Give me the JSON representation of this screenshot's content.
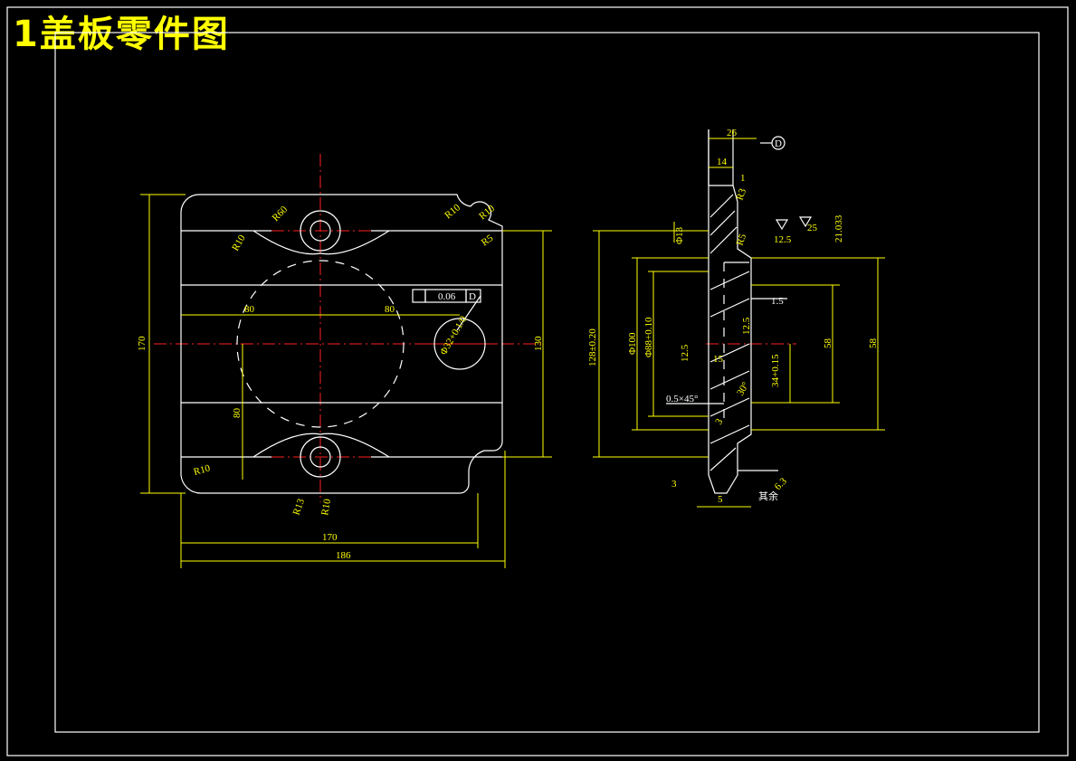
{
  "drawing": {
    "title": "1盖板零件图"
  },
  "front_view": {
    "dim_width_170": "170",
    "dim_width_186": "186",
    "dim_height_170": "170",
    "dim_height_130": "130",
    "dim_left_80": "80",
    "dim_right_80": "80",
    "dim_vert_80": "80",
    "radius_r60": "R60",
    "radius_r10_tl": "R10",
    "radius_r10_tr_a": "R10",
    "radius_r10_tr_b": "R10",
    "radius_r5": "R5",
    "radius_r10_bl": "R10",
    "radius_r13": "R13",
    "radius_r10_bottom": "R10",
    "hole_dim": "Φ32+0.1/0",
    "tolerance_value": "0.06",
    "tolerance_datum": "D"
  },
  "section_view": {
    "dim_26": "26",
    "dim_14": "14",
    "dim_1": "1",
    "datum_label": "D",
    "radius_r3": "R3",
    "radius_r5": "R5",
    "rough_25": "25",
    "rough_12_5_a": "12.5",
    "dim_21": "21.033",
    "dim_phi13": "Φ13",
    "dim_128": "128±0.20",
    "dim_phi100": "Φ100",
    "dim_phi88": "Φ88+0.10",
    "dim_1_5": "1.5",
    "rough_12_5_b": "12.5",
    "rough_12_5_c": "12.5",
    "dim_58_inner": "58",
    "dim_58_outer": "58",
    "dim_15": "15",
    "dim_34": "34+0.15",
    "dim_30deg": "30°",
    "chamfer": "0.5×45°",
    "dim_5": "5",
    "rough_6_3": "6.3",
    "note_other": "其余",
    "bottom_3": "3",
    "bottom_3b": "3"
  }
}
